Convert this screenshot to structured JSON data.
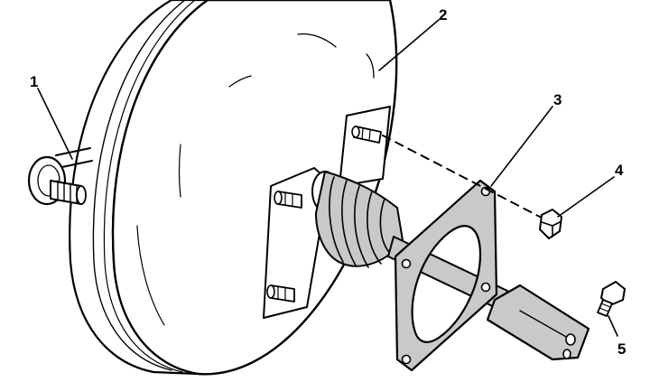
{
  "callouts": [
    {
      "id": "1",
      "label": "1"
    },
    {
      "id": "2",
      "label": "2"
    },
    {
      "id": "3",
      "label": "3"
    },
    {
      "id": "4",
      "label": "4"
    },
    {
      "id": "5",
      "label": "5"
    }
  ],
  "colors": {
    "ink": "#000000",
    "shading": "#c9c9c9",
    "background": "#ffffff"
  }
}
